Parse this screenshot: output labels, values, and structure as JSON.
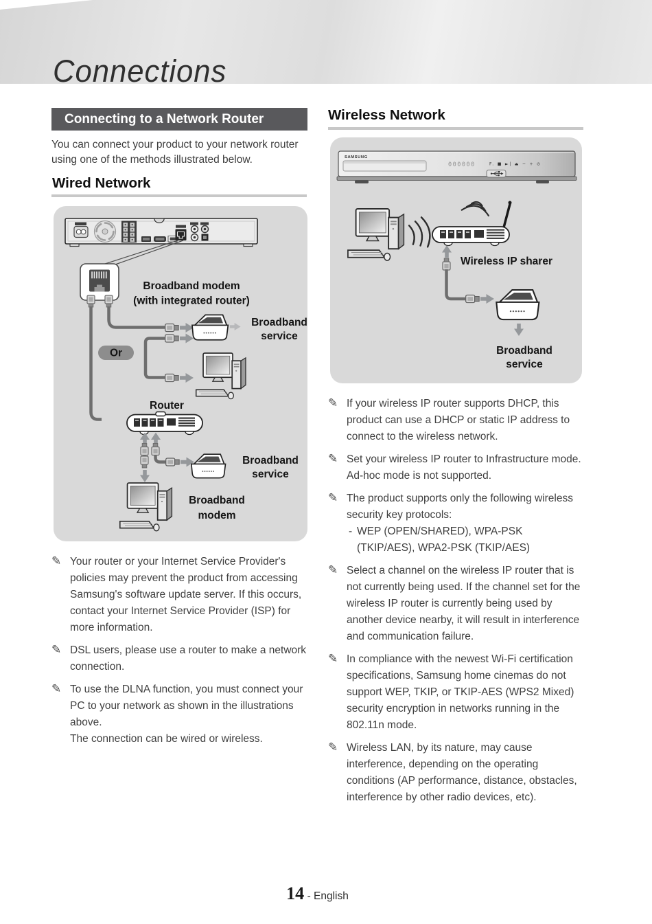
{
  "banner": {
    "title": "Connections"
  },
  "left_column": {
    "section_box_title": "Connecting to a Network Router",
    "intro": "You can connect your product to your network router using one of the methods illustrated below.",
    "wired_heading": "Wired Network",
    "wired_diagram": {
      "broadband_modem_integrated": {
        "line1": "Broadband modem",
        "line2": "(with integrated router)"
      },
      "or_label": "Or",
      "broadband_service_top": {
        "line1": "Broadband",
        "line2": "service"
      },
      "router_label": "Router",
      "broadband_service_bottom": {
        "line1": "Broadband",
        "line2": "service"
      },
      "broadband_modem_bottom": {
        "line1": "Broadband",
        "line2": "modem"
      }
    },
    "notes": [
      {
        "text": "Your router or your Internet Service Provider's policies may prevent the product from accessing Samsung's software update server. If this occurs, contact your Internet Service Provider (ISP) for more information."
      },
      {
        "text": "DSL users, please use a router to make a network connection."
      },
      {
        "text": "To use the DLNA function, you must connect your PC to your network as shown in the illustrations above.\nThe connection can be wired or wireless."
      }
    ]
  },
  "right_column": {
    "wireless_heading": "Wireless Network",
    "wireless_diagram": {
      "brand": "SAMSUNG",
      "display_digits": "000000",
      "front_icons": "F.  ■  ►|  ⏏  −  +  ⊙",
      "wireless_ip_sharer_label": "Wireless IP sharer",
      "broadband_service": {
        "line1": "Broadband",
        "line2": "service"
      }
    },
    "notes": [
      {
        "text": "If your wireless IP router supports DHCP, this product can use a DHCP or static IP address to connect to the wireless network."
      },
      {
        "text": "Set your wireless IP router to Infrastructure mode. Ad-hoc mode is not supported."
      },
      {
        "text": "The product supports only the following wireless security key protocols:",
        "sub_marker": "-",
        "sub_text": "WEP (OPEN/SHARED), WPA-PSK (TKIP/AES), WPA2-PSK (TKIP/AES)"
      },
      {
        "text": "Select a channel on the wireless IP router that is not currently being used. If the channel set for the wireless IP router is currently being used by another device nearby, it will result in interference and communication failure."
      },
      {
        "text": "In compliance with the newest Wi-Fi certification specifications, Samsung home cinemas do not support WEP, TKIP, or TKIP-AES (WPS2 Mixed) security encryption in networks running in the 802.11n mode."
      },
      {
        "text": "Wireless LAN, by its nature, may cause interference, depending on the operating conditions (AP performance, distance, obstacles, interference by other radio devices, etc)."
      }
    ]
  },
  "footer": {
    "page_number": "14",
    "language_label": "- English"
  },
  "colors": {
    "panel_bg": "#d9d9d9",
    "section_header_bg": "#59595c",
    "heading_underline": "#c8c8c8",
    "or_badge_bg": "#8d8d8d",
    "cable": "#6e6e6e",
    "arrow": "#95989b"
  }
}
